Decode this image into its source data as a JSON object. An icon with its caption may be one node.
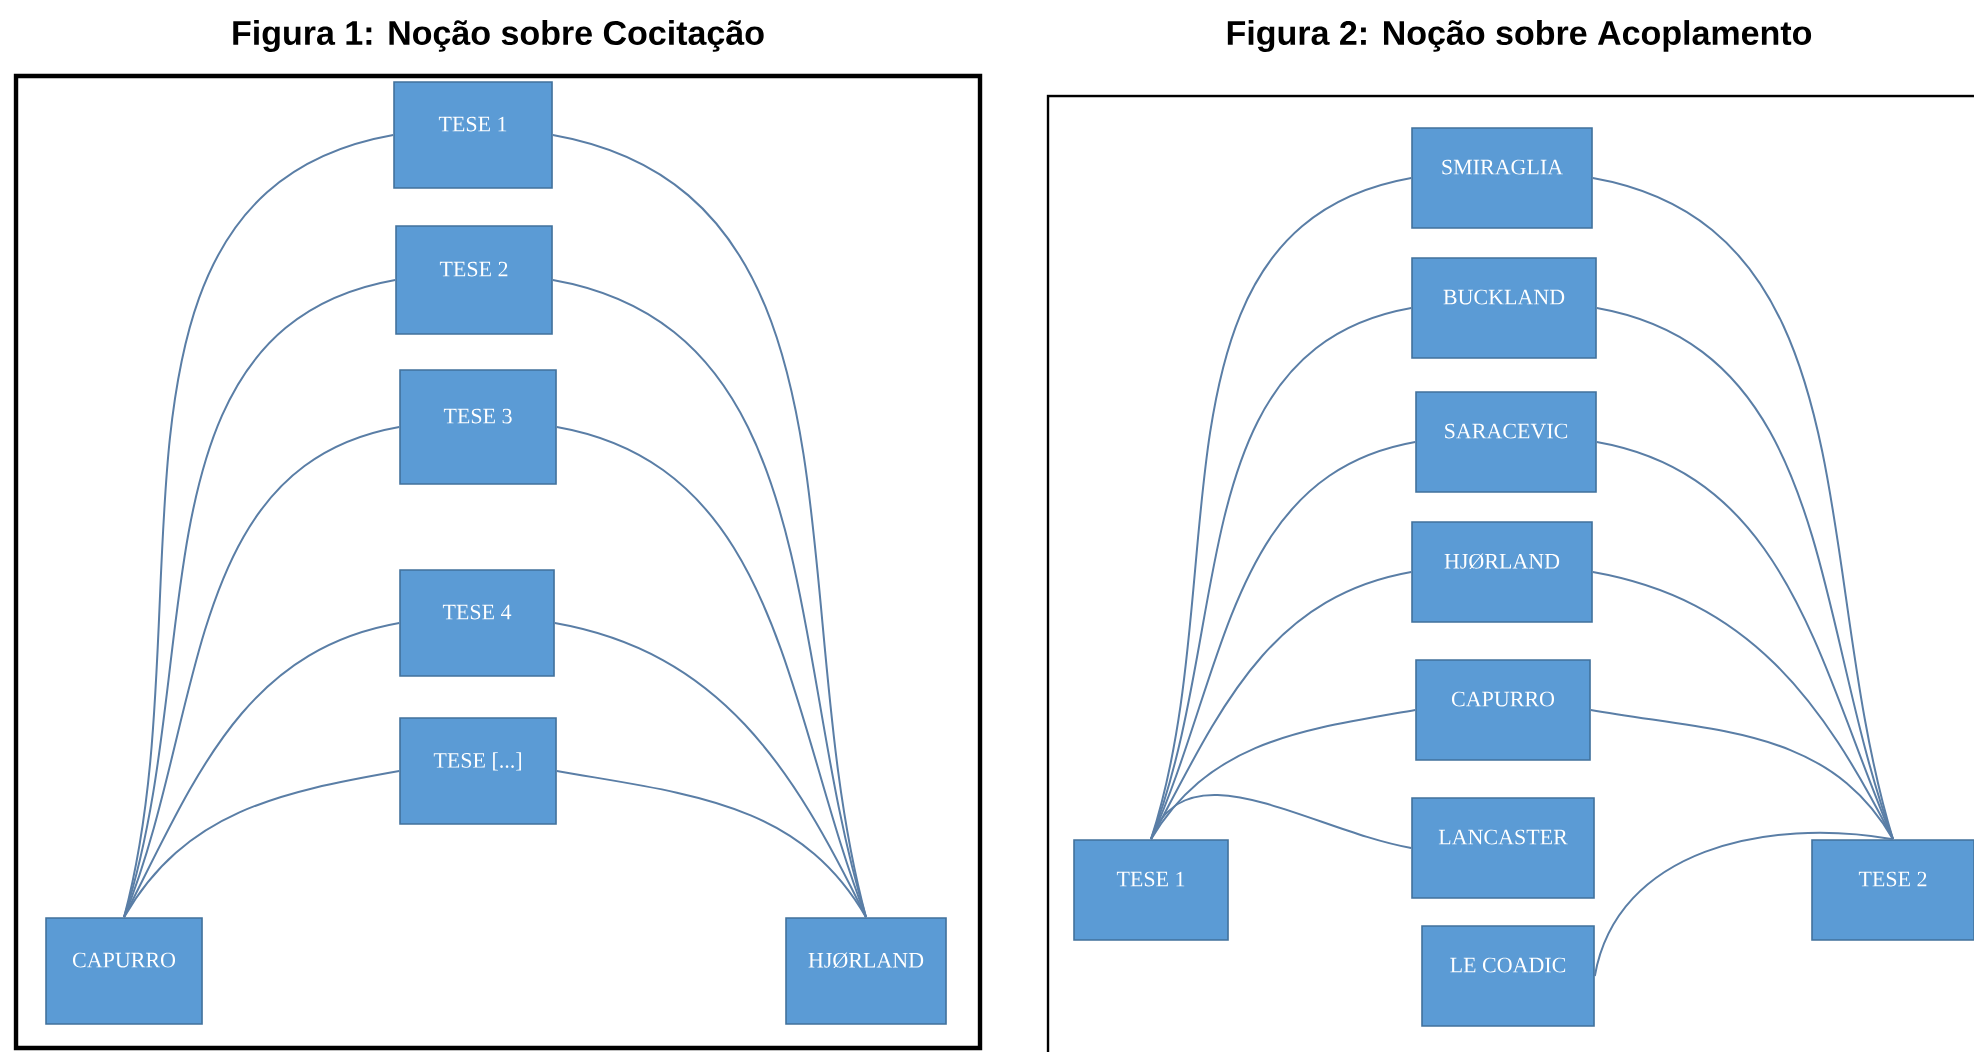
{
  "diagram": {
    "nodes": [
      {
        "text": [
          "Figura 1: Noção sobre Cocitação"
        ]
      },
      {
        "text": [
          "TESE 1"
        ],
        "in": 0
      },
      {
        "text": [
          "TESE 2"
        ],
        "in": 0
      },
      {
        "text": [
          "TESE 3"
        ],
        "in": 0
      },
      {
        "text": [
          "TESE 4"
        ],
        "in": 0
      },
      {
        "text": [
          "TESE [...]"
        ],
        "in": 0
      },
      {
        "text": [
          "CAPURRO"
        ],
        "in": 0
      },
      {
        "text": [
          "HJØRLAND"
        ],
        "in": 0
      },
      {
        "text": [
          "Figura 2: Noção sobre Acoplamento"
        ]
      },
      {
        "text": [
          "SMIRAGLIA"
        ],
        "in": 8
      },
      {
        "text": [
          "BUCKLAND"
        ],
        "in": 8
      },
      {
        "text": [
          "SARACEVIC"
        ],
        "in": 8
      },
      {
        "text": [
          "HJØRLAND"
        ],
        "in": 8
      },
      {
        "text": [
          "CAPURRO"
        ],
        "in": 8
      },
      {
        "text": [
          "LANCASTER"
        ],
        "in": 8
      },
      {
        "text": [
          "LE COADIC"
        ],
        "in": 8
      },
      {
        "text": [
          "TESE 1"
        ],
        "in": 8
      },
      {
        "text": [
          "TESE 2"
        ],
        "in": 8
      }
    ],
    "edges": [
      {
        "from": 6,
        "to": 1,
        "arrow": "none"
      },
      {
        "from": 6,
        "to": 2,
        "arrow": "none"
      },
      {
        "from": 6,
        "to": 3,
        "arrow": "none"
      },
      {
        "from": 6,
        "to": 4,
        "arrow": "none"
      },
      {
        "from": 6,
        "to": 5,
        "arrow": "none"
      },
      {
        "from": 1,
        "to": 7,
        "arrow": "none"
      },
      {
        "from": 2,
        "to": 7,
        "arrow": "none"
      },
      {
        "from": 3,
        "to": 7,
        "arrow": "none"
      },
      {
        "from": 4,
        "to": 7,
        "arrow": "none"
      },
      {
        "from": 5,
        "to": 7,
        "arrow": "none"
      },
      {
        "from": 16,
        "to": 9,
        "arrow": "none"
      },
      {
        "from": 16,
        "to": 10,
        "arrow": "none"
      },
      {
        "from": 16,
        "to": 11,
        "arrow": "none"
      },
      {
        "from": 16,
        "to": 12,
        "arrow": "none"
      },
      {
        "from": 16,
        "to": 13,
        "arrow": "none"
      },
      {
        "from": 16,
        "to": 14,
        "arrow": "none"
      },
      {
        "from": 9,
        "to": 17,
        "arrow": "none"
      },
      {
        "from": 10,
        "to": 17,
        "arrow": "none"
      },
      {
        "from": 11,
        "to": 17,
        "arrow": "none"
      },
      {
        "from": 12,
        "to": 17,
        "arrow": "none"
      },
      {
        "from": 13,
        "to": 17,
        "arrow": "none"
      },
      {
        "from": 15,
        "to": 17,
        "arrow": "none"
      }
    ]
  }
}
